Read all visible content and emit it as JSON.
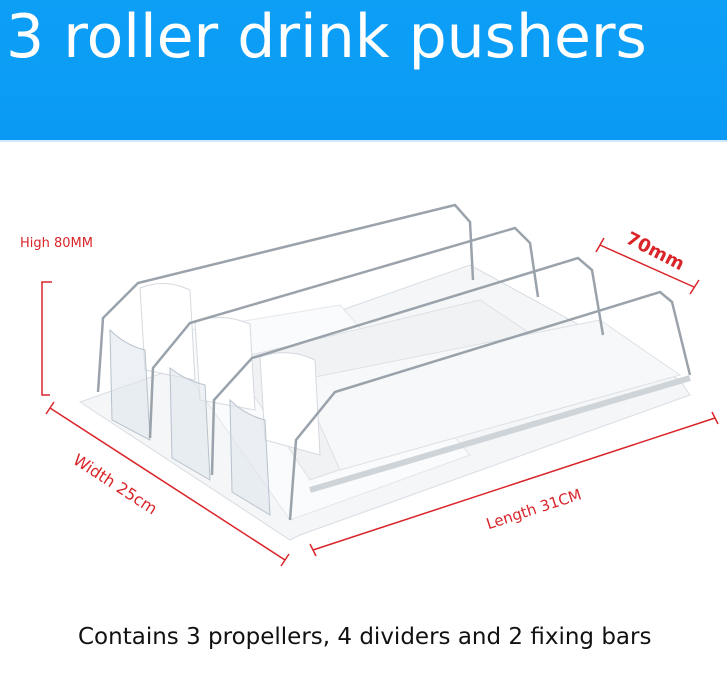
{
  "banner": {
    "title": "3 roller drink pushers",
    "color": "#0a9cf5"
  },
  "dimensions": {
    "height": "High 80MM",
    "depth": "70mm",
    "width": "Width 25cm",
    "length": "Length 31CM",
    "color": "#d9252a"
  },
  "caption": "Contains 3 propellers, 4 dividers and 2 fixing bars"
}
